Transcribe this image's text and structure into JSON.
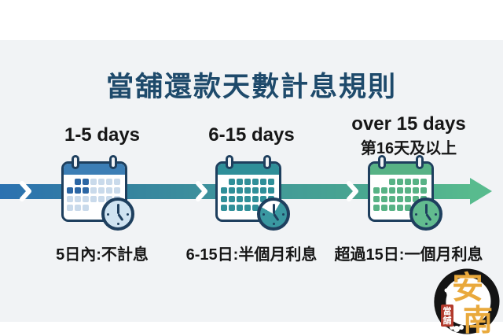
{
  "title": "當舖還款天數計息規則",
  "palette": {
    "panel_bg": "#f1f3f5",
    "title_color": "#1e4a6b",
    "ink": "#1e3f5e",
    "text_color": "#161616"
  },
  "stages": [
    {
      "label": "1-5 days",
      "caption": "5日內:不計息",
      "colors": {
        "accent": "#3c7eb5",
        "cell_dark": "#2b66a4",
        "cell_light": "#c9daeb",
        "clock_face": "#cfe3f1"
      },
      "grid": [
        "0221111",
        "2221111",
        "1111111",
        "1110000"
      ]
    },
    {
      "label": "6-15 days",
      "caption": "6-15日:半個月利息",
      "colors": {
        "accent": "#2f8f99",
        "cell_dark": "#2f8f99",
        "cell_light": "#c9daeb",
        "clock_face": "conic-gradient(#ffffff 0deg 30deg, #3a98a1 30deg 300deg, #ffffff 300deg 360deg)"
      },
      "grid": [
        "0222222",
        "2222222",
        "2222222",
        "2222200"
      ]
    },
    {
      "label": "over 15 days",
      "sublabel": "第16天及以上",
      "caption": "超過15日:一個月利息",
      "colors": {
        "accent": "#57b285",
        "cell_dark": "#57b285",
        "cell_light": "#c9daeb",
        "clock_face": "#62bb8f"
      },
      "grid": [
        "0022222",
        "2222222",
        "2222222",
        "2222220"
      ]
    }
  ],
  "timeline": {
    "gradient": [
      "#2b71b1",
      "#35829f",
      "#3f959b",
      "#48a591",
      "#57ba8d"
    ],
    "arrowhead_color": "#58bb8e",
    "chevron_color": "#ffffff"
  },
  "logo": {
    "char_top": "安",
    "char_bottom": "南",
    "seal_chars": [
      "當",
      "舖"
    ],
    "ring_color": "#141414",
    "char_color": "#e9a93c",
    "seal_color": "#b23a2c",
    "seal_text_color": "#ffffff"
  }
}
